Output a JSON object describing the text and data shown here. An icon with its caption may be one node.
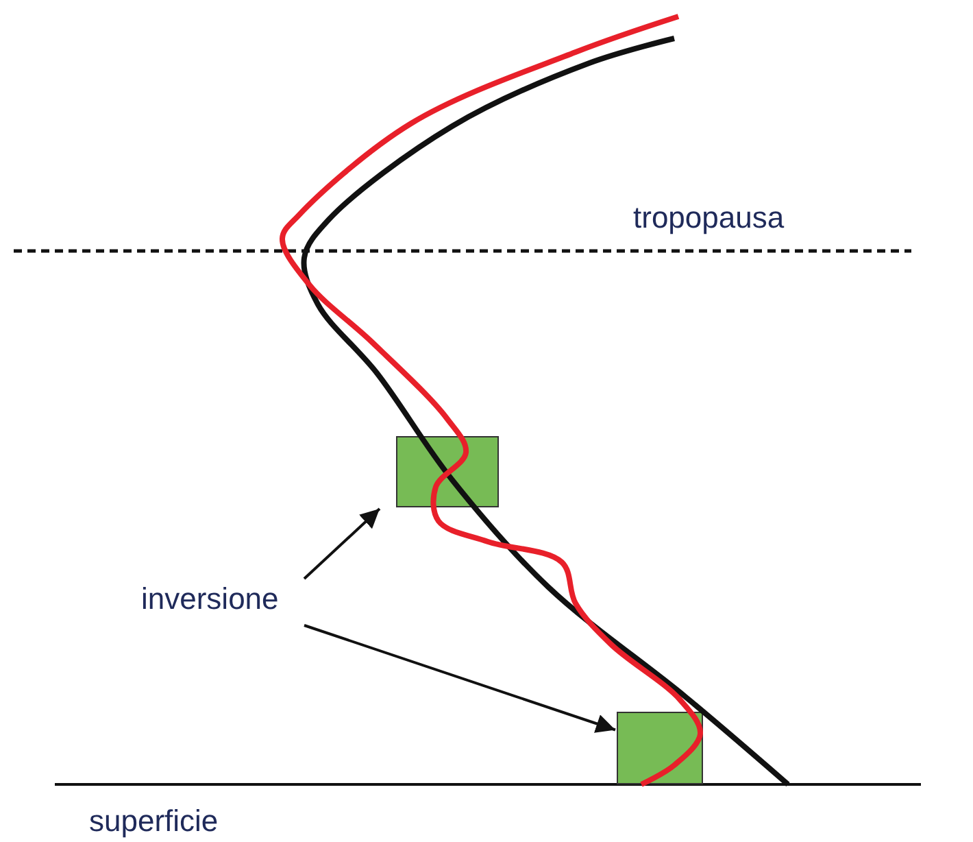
{
  "diagram": {
    "nodes": [
      {
        "text": [],
        "shape": "box"
      },
      {
        "text": [],
        "shape": "box"
      },
      {
        "text": [
          "inversione"
        ]
      }
    ],
    "edges": [
      {
        "from": 2,
        "to": 0,
        "arrow": "to"
      },
      {
        "from": 2,
        "to": 1,
        "arrow": "to"
      }
    ],
    "labels": [
      "tropopausa",
      "superficie"
    ]
  }
}
